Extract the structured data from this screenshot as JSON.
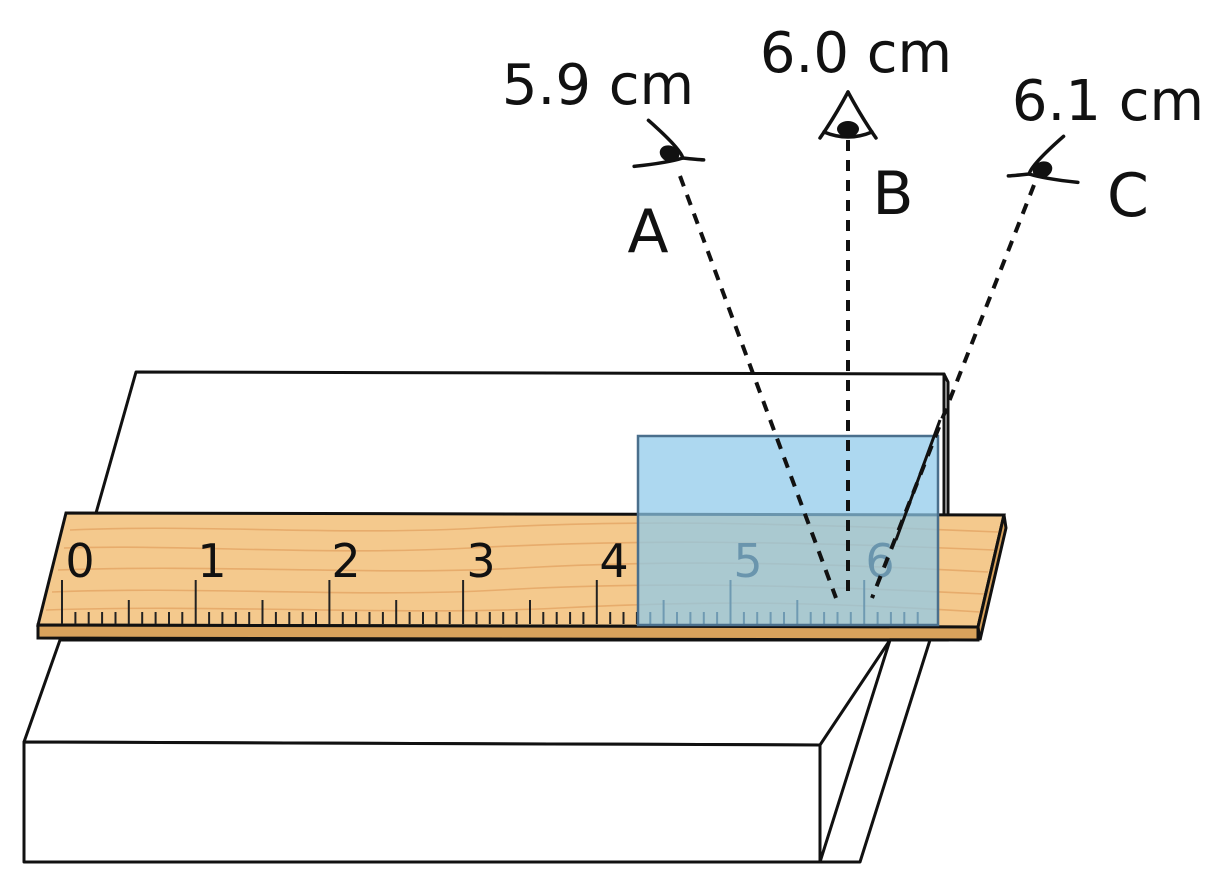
{
  "diagram": {
    "readings": {
      "A": "5.9 cm",
      "B": "6.0 cm",
      "C": "6.1 cm"
    },
    "viewers": [
      "A",
      "B",
      "C"
    ],
    "ruler": {
      "numbers": [
        "0",
        "1",
        "2",
        "3",
        "4",
        "5",
        "6"
      ],
      "wood_color": "#f4c98d",
      "wood_edge_color": "#d8a25c"
    },
    "object": {
      "color": "#8ec9ea"
    }
  }
}
